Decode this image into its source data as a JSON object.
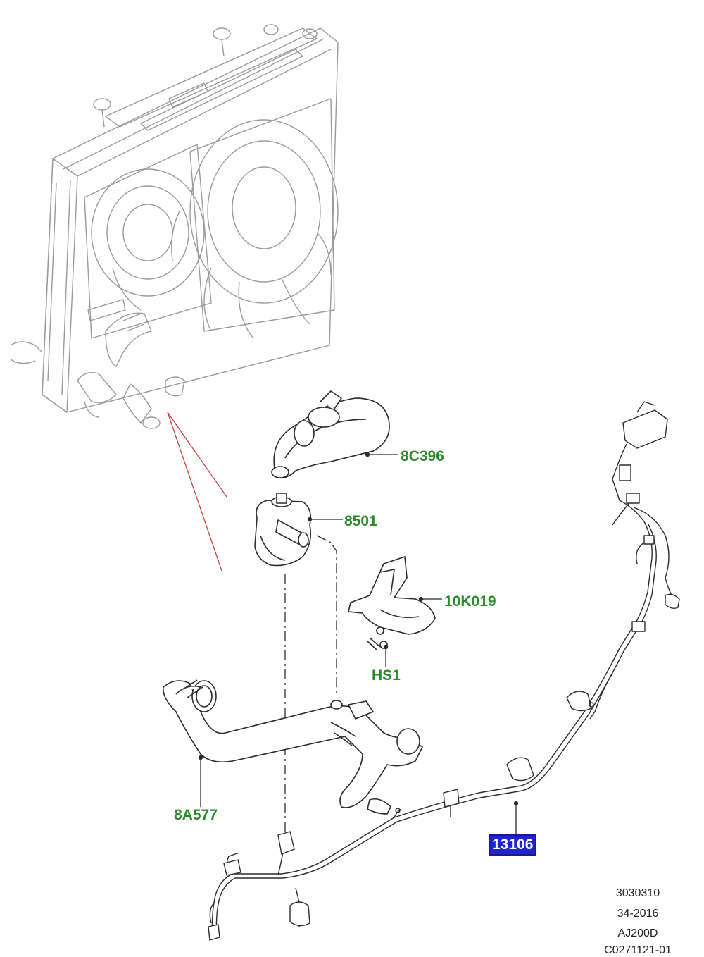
{
  "callouts": {
    "hose_upper": "8C396",
    "pump": "8501",
    "bracket": "10K019",
    "bolt": "HS1",
    "hose_lower": "8A577",
    "harness": "13106"
  },
  "reference_block": {
    "line1": "3030310",
    "line2": "34-2016",
    "line3": "AJ200D",
    "line4": "C0271121-01"
  },
  "colors": {
    "callout_text": "#2a8a2a",
    "selected_bg": "#1f25c9",
    "selected_text": "#ffffff",
    "leader_red": "#d04040",
    "outline_dark": "#2b2b2b",
    "outline_light": "#9a9a9a"
  }
}
